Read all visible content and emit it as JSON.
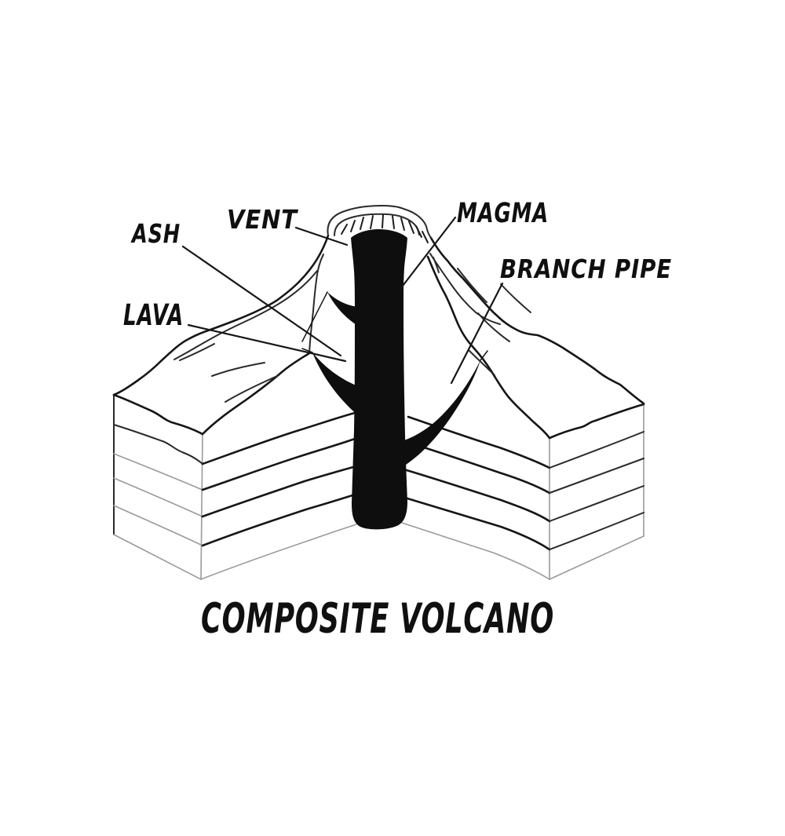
{
  "title": "COMPOSITE VOLCANO",
  "labels": {
    "ash": "ASH",
    "vent": "VENT",
    "magma": "MAGMA",
    "branch_pipe": "BRANCH PIPE",
    "lava": "LAVA"
  },
  "colors": {
    "ink": "#161616",
    "background": "#ffffff"
  },
  "diagram_type": "composite-volcano-cross-section"
}
